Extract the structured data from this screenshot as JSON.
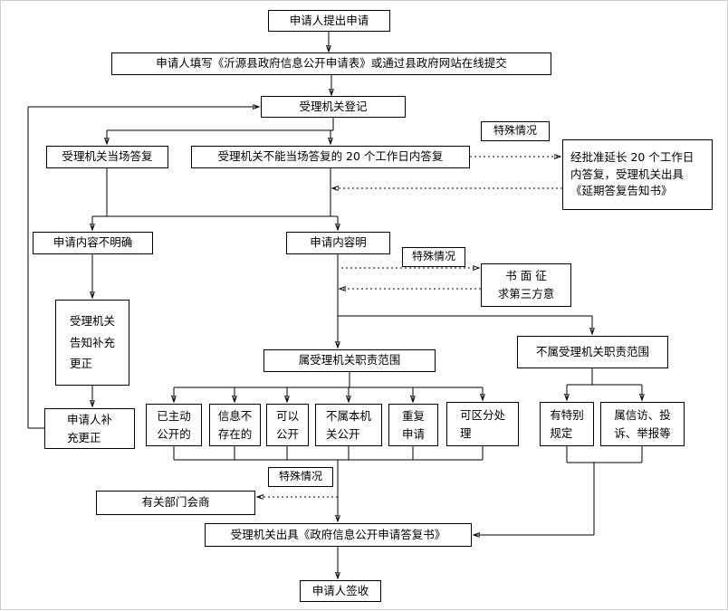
{
  "page": {
    "background": "#ffffff",
    "line_color": "#000000",
    "border_color": "#cfcfcf"
  },
  "flowchart": {
    "nodes": {
      "apply": "申请人提出申请",
      "fill_form": "申请人填写《沂源县政府信息公开申请表》或通过县政府网站在线提交",
      "register": "受理机关登记",
      "special_case_1": "特殊情况",
      "onspot_reply": "受理机关当场答复",
      "cannot_reply": "受理机关不能当场答复的 20 个工作日内答复",
      "extension": "经批准延长 20 个工作日内答复，受理机关出具《延期答复告知书》",
      "content_unclear": "申请内容不明确",
      "content_clear": "申请内容明",
      "special_case_2": "特殊情况",
      "third_party": "书 面 征\n求第三方意",
      "notify_supplement": "受理机关\n告知补充\n更正",
      "in_scope": "属受理机关职责范围",
      "out_scope": "不属受理机关职责范围",
      "applicant_supplement": "申请人补\n充更正",
      "already_public": "已主动\n公开的",
      "info_not_exist": "信息不\n存在的",
      "can_public": "可以\n公开",
      "not_this_org": "不属本机\n关公开",
      "repeat_apply": "重复\n申请",
      "separable": "可区分处\n理",
      "special_rule": "有特别\n规定",
      "petition": "属信访、投\n诉、举报等",
      "special_case_3": "特殊情况",
      "consult": "有关部门会商",
      "reply_doc": "受理机关出具《政府信息公开申请答复书》",
      "sign": "申请人签收"
    }
  }
}
